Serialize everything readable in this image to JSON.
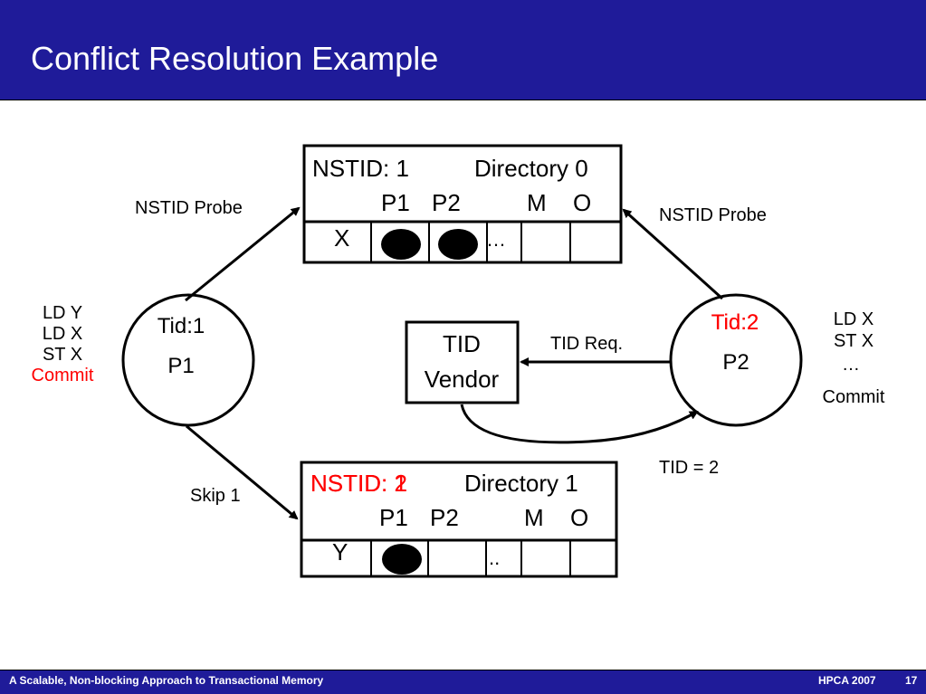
{
  "slide": {
    "title": "Conflict Resolution Example",
    "footer_left": "A Scalable, Non-blocking Approach to Transactional Memory",
    "footer_conf": "HPCA 2007",
    "page_number": "17"
  },
  "directory0": {
    "nstid_label": "NSTID: 1",
    "name": "Directory 0",
    "col_p1": "P1",
    "col_p2": "P2",
    "col_m": "M",
    "col_o": "O",
    "row_label": "X",
    "ellipsis": "…"
  },
  "directory1": {
    "nstid_old": "NSTID: 1",
    "nstid_new": "NSTID: 2",
    "name": "Directory 1",
    "col_p1": "P1",
    "col_p2": "P2",
    "col_m": "M",
    "col_o": "O",
    "row_label": "Y",
    "ellipsis": ".."
  },
  "p1": {
    "tid": "Tid:1",
    "name": "P1",
    "ops": [
      "LD Y",
      "LD X",
      "ST X"
    ],
    "commit": "Commit"
  },
  "p2": {
    "tid_old": "Tid:2",
    "tid_new": "Tid:2",
    "name": "P2",
    "ops": [
      "LD X",
      "ST X",
      "…"
    ],
    "commit": "Commit"
  },
  "vendor": {
    "line1": "TID",
    "line2": "Vendor"
  },
  "arrows": {
    "probe_left": "NSTID Probe",
    "probe_right": "NSTID Probe",
    "skip": "Skip 1",
    "tid_req": "TID Req.",
    "tid_eq": "TID = 2"
  },
  "colors": {
    "header_bg": "#1f1b99",
    "highlight": "#ff0000"
  }
}
